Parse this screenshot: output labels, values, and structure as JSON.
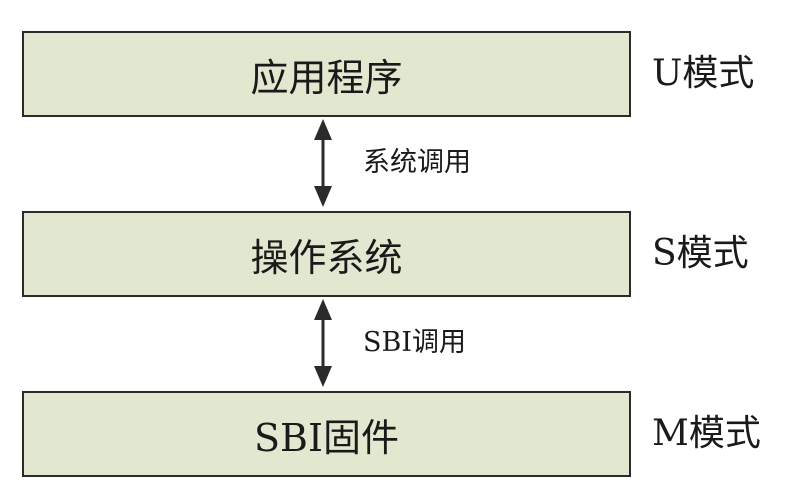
{
  "layers": {
    "app": "应用程序",
    "os": "操作系统",
    "firmware": "SBI固件"
  },
  "modes": {
    "u": "U模式",
    "s": "S模式",
    "m": "M模式"
  },
  "calls": {
    "syscall": "系统调用",
    "sbi": "SBI调用"
  },
  "colors": {
    "box_fill": "#e2e8cf",
    "stroke": "#2b2b2b"
  }
}
